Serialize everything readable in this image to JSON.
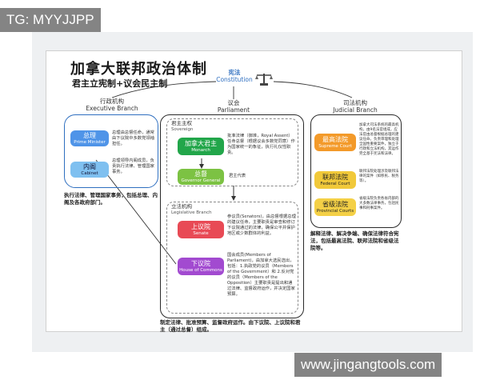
{
  "watermark_top": "TG: MYYJJPP",
  "watermark_bottom": "www.jingangtools.com",
  "title": "加拿大联邦政治体制",
  "subtitle": "君主立宪制+议会民主制",
  "constitution": {
    "cn": "宪法",
    "en": "Constitution"
  },
  "executive": {
    "header_cn": "行政机构",
    "header_en": "Executive Branch",
    "pm": {
      "cn": "总理",
      "en": "Prime Minister",
      "desc": "总理由总督任命，通常由下议院中多数党领袖担任。"
    },
    "cabinet": {
      "cn": "内阁",
      "en": "Cabinet",
      "desc": "总理领导内阁成员，负责执行法律、管理国家事务。"
    },
    "caption": "执行法律、管理国家事务，包括总理、内阁及各政府部门。"
  },
  "parliament": {
    "header_cn": "议会",
    "header_en": "Parliament",
    "sovereign_label_cn": "君主主权",
    "sovereign_label_en": "Sovereign",
    "monarch": {
      "cn": "加拿大君主",
      "en": "Monarch",
      "desc": "批准法律（御准，Royal Assent）任命总督（根据议会多数党同意）作为国家统一的象征，执行礼仪性职责。"
    },
    "gg": {
      "cn": "总督",
      "en": "Governor General",
      "desc": "君主代表"
    },
    "legislative_label_cn": "立法机构",
    "legislative_label_en": "Legislative Branch",
    "senate": {
      "cn": "上议院",
      "en": "Senate",
      "desc": "参议员(Senators)，由总督根据总理的建议任命，主要职责是审查和修订下议院通过的法律，确保公平并保护地区或少数群体的利益。"
    },
    "commons": {
      "cn": "下议院",
      "en": "House of Commons",
      "desc": "国会成员(Members of Parliament)，由加拿大选民选出，包括：1.执政党的议员（Members of the Government）和 2.反对党的议员（Members of the Opposition）主要职责是提出和通过法律、监督政府运作，并决定国家预算。"
    },
    "caption": "制定法律、批准预算、监督政府运作。由下议院、上议院和君主（通过总督）组成。"
  },
  "judicial": {
    "header_cn": "司法机构",
    "header_en": "Judicial Branch",
    "supreme": {
      "cn": "最高法院",
      "en": "Supreme Court",
      "desc": "加拿大司法系统的最高机构，由9名法官组成，应法官由总督根据总理的建议任命。负责审理和处理全国性重要案件，独立于行政和立法机构，其运作完全基于宪法和法律。"
    },
    "federal": {
      "cn": "联邦法院",
      "en": "Federal Court",
      "desc": "联邦法院处理涉及联邦法律的案件（如移民、税务等）。"
    },
    "provincial": {
      "cn": "省级法院",
      "en": "Provincial Courts",
      "desc": "省级法院负责各省内部的大多数法律事务，包括民事和刑事案件。"
    },
    "caption": "解释法律、解决争端、确保法律符合宪法，包括最高法院、联邦法院和省级法院等。"
  },
  "colors": {
    "pm": "#4f94e8",
    "cabinet": "#7fc0f0",
    "monarch": "#22a64a",
    "gg": "#7cc243",
    "senate": "#e84a55",
    "commons": "#a24ad0",
    "supreme": "#f39a2a",
    "federal": "#f1c93a",
    "provincial": "#f4d046",
    "exec_border": "#2f6fc0"
  }
}
